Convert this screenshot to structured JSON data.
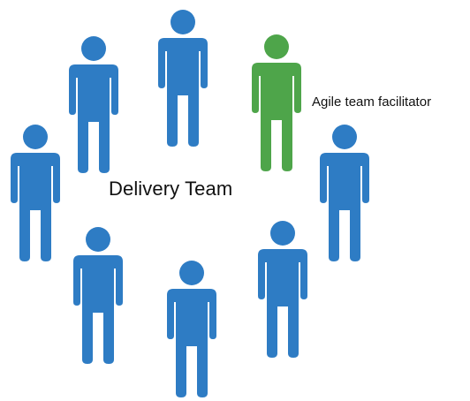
{
  "diagram": {
    "center_label": "Delivery Team",
    "facilitator_label": "Agile team facilitator",
    "colors": {
      "team_member": "#2e7cc4",
      "facilitator": "#4ea54a",
      "text": "#111111"
    },
    "people": [
      {
        "role": "team-member",
        "icon": "person-icon"
      },
      {
        "role": "team-member",
        "icon": "person-icon"
      },
      {
        "role": "facilitator",
        "icon": "person-icon"
      },
      {
        "role": "team-member",
        "icon": "person-icon"
      },
      {
        "role": "team-member",
        "icon": "person-icon"
      },
      {
        "role": "team-member",
        "icon": "person-icon"
      },
      {
        "role": "team-member",
        "icon": "person-icon"
      },
      {
        "role": "team-member",
        "icon": "person-icon"
      }
    ]
  }
}
